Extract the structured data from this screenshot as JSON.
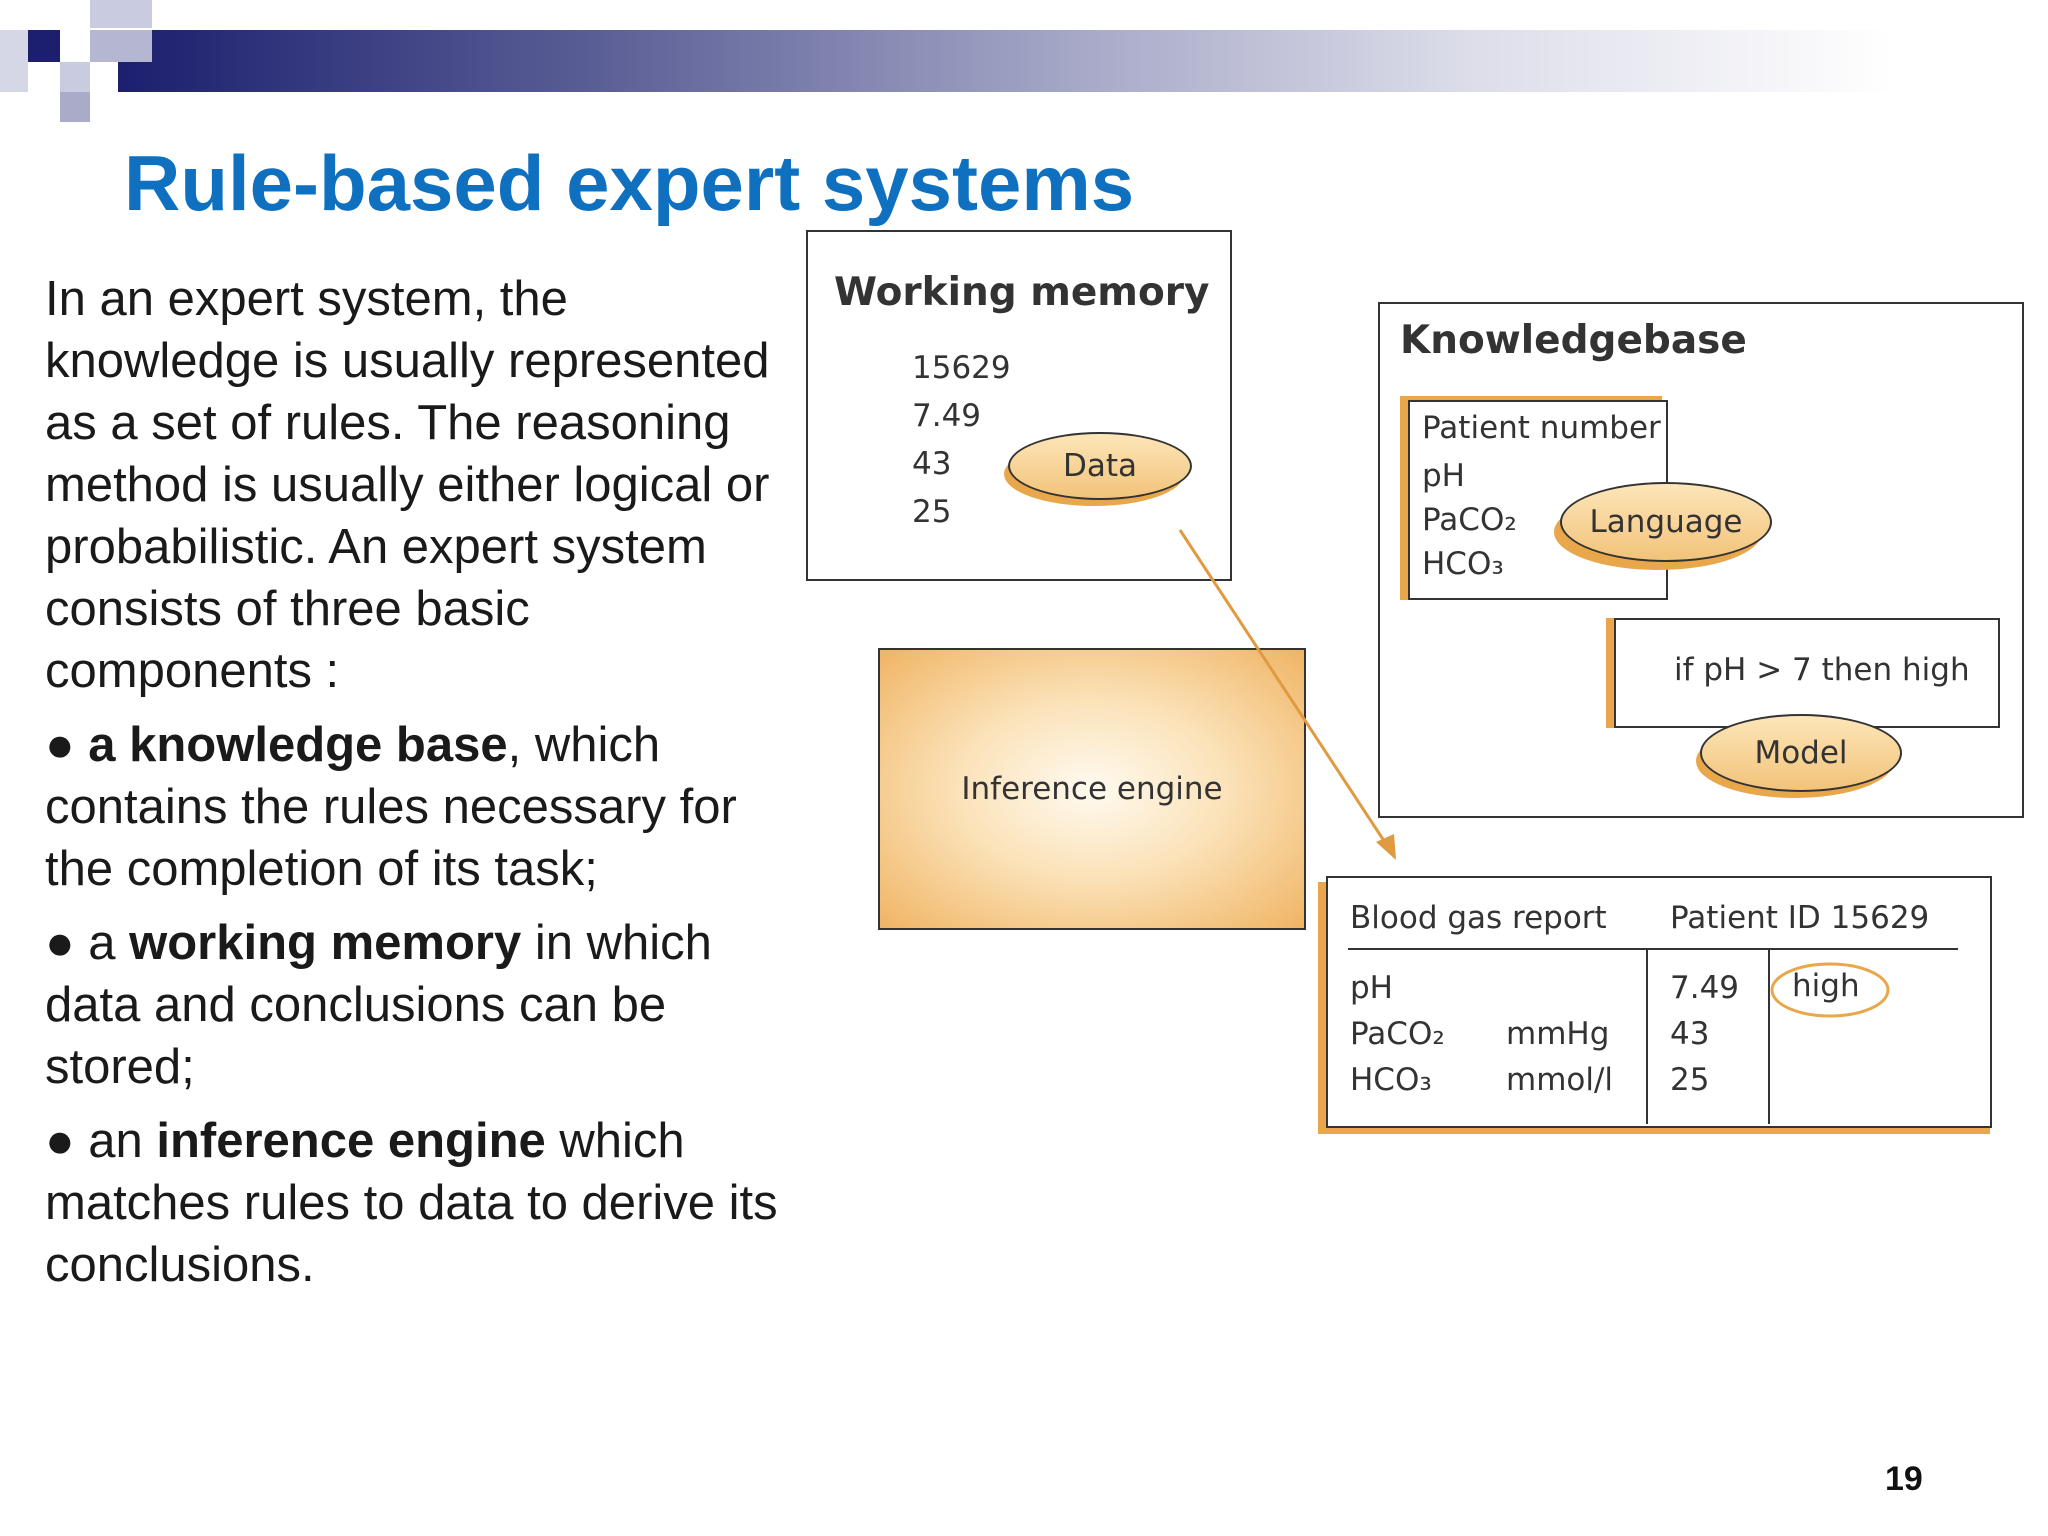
{
  "slide": {
    "title": "Rule-based expert systems",
    "page_number": "19"
  },
  "body": {
    "intro": "In an expert system, the knowledge is usually represented as a set of rules. The reasoning method is usually either logical or probabilistic. An expert system consists of three basic components :",
    "bullets": [
      {
        "bullet": "●",
        "pre": "",
        "bold": "a knowledge base",
        "post": ", which contains the rules necessary for the completion of its task;"
      },
      {
        "bullet": "●",
        "pre": "a ",
        "bold": "working memory",
        "post": " in which data and conclusions can be stored;"
      },
      {
        "bullet": "●",
        "pre": "an ",
        "bold": "inference engine",
        "post": " which matches rules to data to derive its conclusions."
      }
    ]
  },
  "diagram": {
    "working_memory": {
      "title": "Working memory",
      "values": [
        "15629",
        "7.49",
        "43",
        "25"
      ],
      "oval_label": "Data"
    },
    "inference_engine": {
      "label": "Inference engine"
    },
    "knowledgebase": {
      "title": "Knowledgebase",
      "fields": [
        "Patient number",
        "pH",
        "PaCO₂",
        "HCO₃"
      ],
      "language_oval": "Language",
      "rule": "if pH > 7 then high",
      "model_oval": "Model"
    },
    "report": {
      "title": "Blood gas report",
      "patient_id": "Patient ID 15629",
      "rows": [
        {
          "name": "pH",
          "unit": "",
          "value": "7.49",
          "flag": "high"
        },
        {
          "name": "PaCO₂",
          "unit": "mmHg",
          "value": "43",
          "flag": ""
        },
        {
          "name": "HCO₃",
          "unit": "mmol/l",
          "value": "25",
          "flag": ""
        }
      ]
    },
    "colors": {
      "accent_orange": "#e9a74c",
      "title_blue": "#0f70c0",
      "header_navy": "#1b1f6e"
    }
  }
}
